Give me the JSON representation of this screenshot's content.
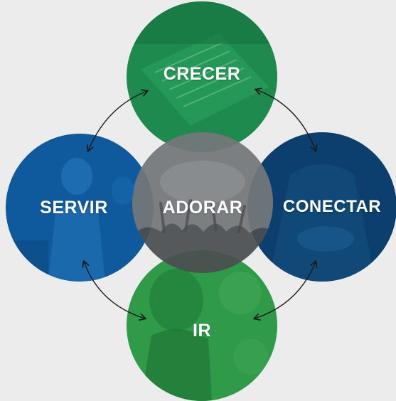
{
  "diagram": {
    "center_label": "ADORAR",
    "top_label": "CRECER",
    "left_label": "SERVIR",
    "right_label": "CONECTAR",
    "bottom_label": "IR"
  },
  "colors": {
    "background": "#ececec",
    "top_circle": "#1f8a4e",
    "left_circle": "#0f5a9c",
    "right_circle": "#0d3f6e",
    "bottom_circle": "#2f9a48",
    "center_circle": "#6f7174",
    "arrows": "#1a1a1a"
  }
}
